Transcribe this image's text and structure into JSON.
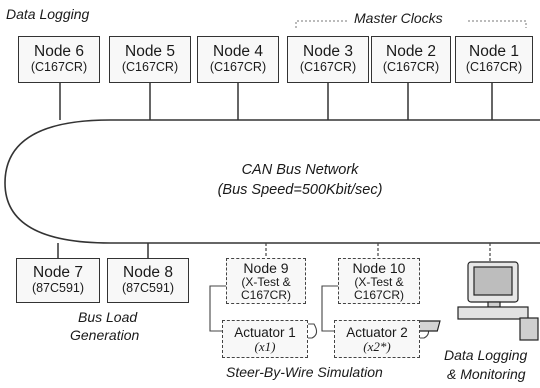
{
  "labels": {
    "data_logging_top": "Data Logging",
    "master_clocks": "Master Clocks",
    "bus_title": "CAN Bus Network",
    "bus_speed": "(Bus Speed=500Kbit/sec)",
    "bus_load_line1": "Bus Load",
    "bus_load_line2": "Generation",
    "steer_by_wire": "Steer-By-Wire Simulation",
    "logging_line1": "Data Logging",
    "logging_line2": "& Monitoring"
  },
  "top_nodes": [
    {
      "name": "Node 6",
      "chip": "(C167CR)"
    },
    {
      "name": "Node 5",
      "chip": "(C167CR)"
    },
    {
      "name": "Node 4",
      "chip": "(C167CR)"
    },
    {
      "name": "Node 3",
      "chip": "(C167CR)"
    },
    {
      "name": "Node 2",
      "chip": "(C167CR)"
    },
    {
      "name": "Node 1",
      "chip": "(C167CR)"
    }
  ],
  "bottom_nodes": [
    {
      "name": "Node 7",
      "chip": "(87C591)"
    },
    {
      "name": "Node 8",
      "chip": "(87C591)"
    },
    {
      "name": "Node 9",
      "chip_line1": "(X-Test &",
      "chip_line2": "C167CR)"
    },
    {
      "name": "Node 10",
      "chip_line1": "(X-Test &",
      "chip_line2": "C167CR)"
    }
  ],
  "actuators": [
    {
      "name": "Actuator 1",
      "param": "(x1)"
    },
    {
      "name": "Actuator 2",
      "param": "(x2*)"
    }
  ],
  "colors": {
    "line": "#333333",
    "box_fill": "#f8f8f8"
  }
}
